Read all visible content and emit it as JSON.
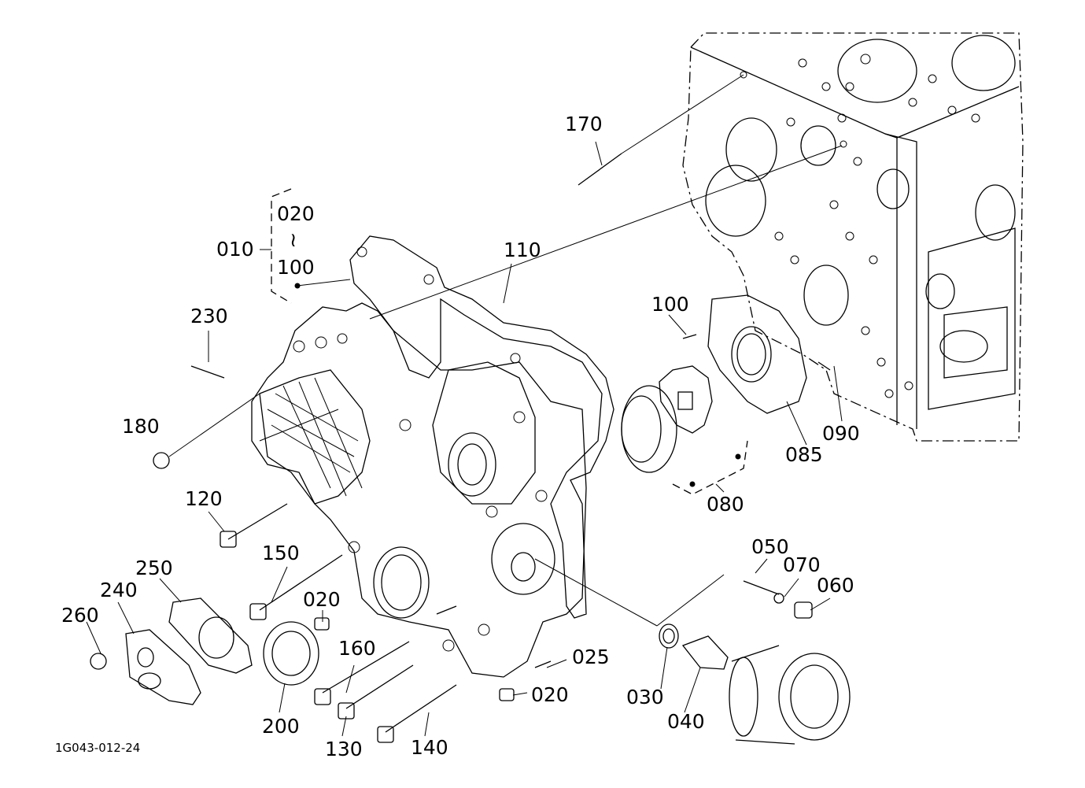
{
  "labels": {
    "p010": "010",
    "p020_range_start": "020",
    "range_tilde": "≀",
    "p100_range_end": "100",
    "p020a": "020",
    "p020b": "020",
    "p025": "025",
    "p030": "030",
    "p040": "040",
    "p050": "050",
    "p060": "060",
    "p070": "070",
    "p080": "080",
    "p085": "085",
    "p090": "090",
    "p100": "100",
    "p110": "110",
    "p120": "120",
    "p130": "130",
    "p140": "140",
    "p150": "150",
    "p160": "160",
    "p170": "170",
    "p180": "180",
    "p200": "200",
    "p230": "230",
    "p240": "240",
    "p250": "250",
    "p260": "260"
  },
  "drawing_code": "1G043-012-24"
}
